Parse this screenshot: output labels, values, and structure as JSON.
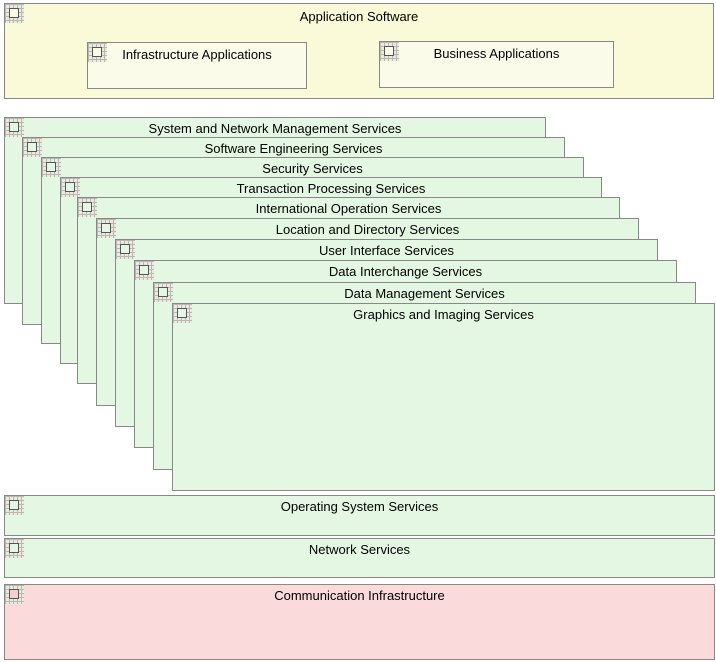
{
  "application_software": {
    "label": "Application Software",
    "children": [
      {
        "label": "Infrastructure Applications"
      },
      {
        "label": "Business Applications"
      }
    ]
  },
  "platform_services": [
    {
      "label": "System and Network Management Services"
    },
    {
      "label": "Software Engineering Services"
    },
    {
      "label": "Security Services"
    },
    {
      "label": "Transaction Processing Services"
    },
    {
      "label": "International Operation Services"
    },
    {
      "label": "Location and Directory Services"
    },
    {
      "label": "User Interface Services"
    },
    {
      "label": "Data Interchange Services"
    },
    {
      "label": "Data Management Services"
    },
    {
      "label": "Graphics and Imaging Services"
    }
  ],
  "operating_system_services": {
    "label": "Operating System Services"
  },
  "network_services": {
    "label": "Network Services"
  },
  "communication_infrastructure": {
    "label": "Communication Infrastructure"
  },
  "colors": {
    "application": "#fafad9",
    "service": "#e4f7e2",
    "communication": "#fadadb",
    "border": "#888888"
  },
  "icons": {
    "element": "element-icon"
  }
}
